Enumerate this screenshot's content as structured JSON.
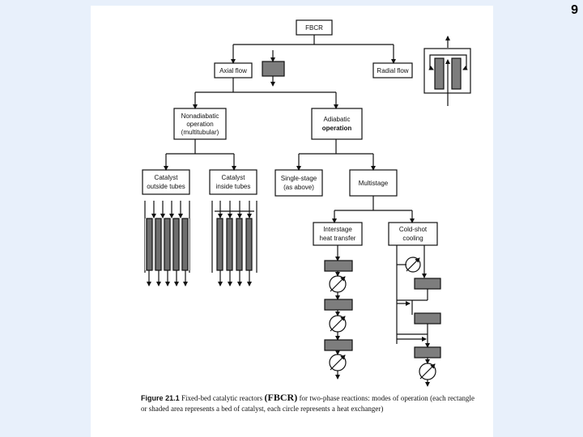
{
  "page_number": "9",
  "diagram": {
    "root": "FBCR",
    "axial_flow": "Axial flow",
    "radial_flow": "Radial flow",
    "nonadiabatic": [
      "Nonadiabatic",
      "operation",
      "(multitubular)"
    ],
    "adiabatic": [
      "Adiabatic",
      "operation"
    ],
    "catalyst_outside": [
      "Catalyst",
      "outside tubes"
    ],
    "catalyst_inside": [
      "Catalyst",
      "inside tubes"
    ],
    "single_stage": [
      "Single-stage",
      "(as above)"
    ],
    "multistage": "Multistage",
    "interstage": [
      "Interstage",
      "heat transfer"
    ],
    "cold_shot": [
      "Cold-shot",
      "cooling"
    ]
  },
  "caption": {
    "figure_label": "Figure 21.1",
    "text_before": "Fixed-bed catalytic reactors",
    "abbrev": "(FBCR)",
    "text_after": "for two-phase reactions: modes of operation (each rectangle or shaded area represents a bed of catalyst, each circle represents a heat exchanger)"
  },
  "colors": {
    "catalyst_fill": "#7d7d7d",
    "line": "#111111",
    "slide_bg": "#e8f0fb"
  }
}
